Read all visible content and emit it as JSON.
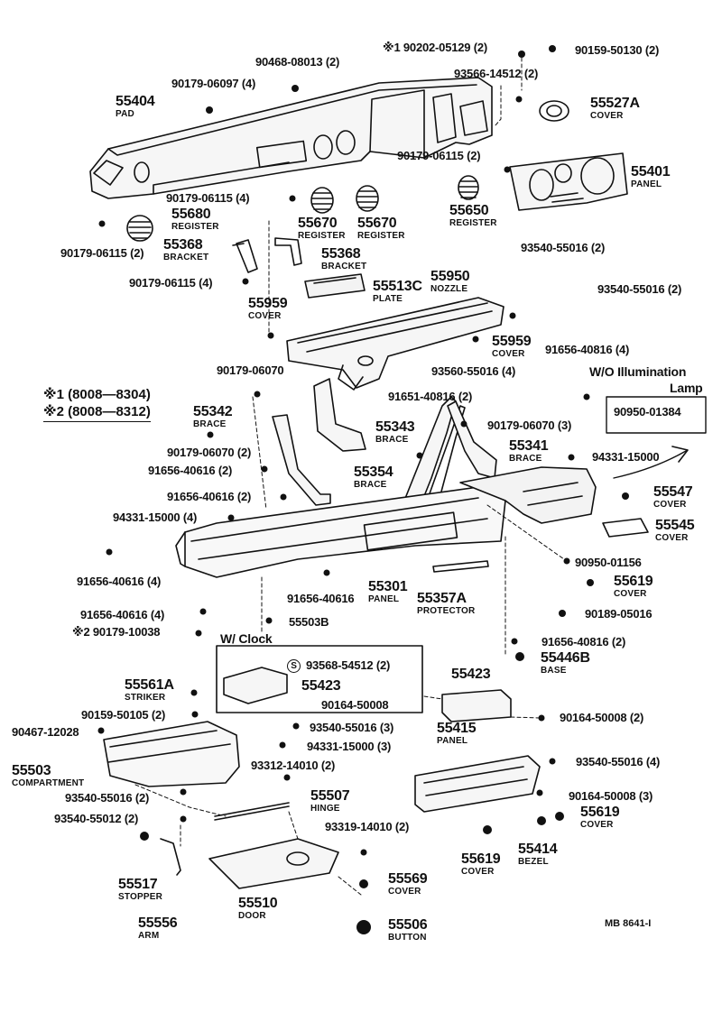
{
  "labels": {
    "l01": {
      "num": "55404",
      "name": "PAD"
    },
    "l02": {
      "num": "90179-06097 (4)"
    },
    "l03": {
      "num": "90468-08013 (2)"
    },
    "l04": {
      "num": "※1 90202-05129 (2)"
    },
    "l05": {
      "num": "90159-50130 (2)"
    },
    "l06": {
      "num": "93566-14512 (2)"
    },
    "l07": {
      "num": "55527A",
      "name": "COVER"
    },
    "l08": {
      "num": "90179-06115 (2)"
    },
    "l09": {
      "num": "55401",
      "name": "PANEL"
    },
    "l10": {
      "num": "90179-06115 (4)"
    },
    "l11": {
      "num": "55680",
      "name": "REGISTER"
    },
    "l12": {
      "num": "55670",
      "name": "REGISTER"
    },
    "l13": {
      "num": "55670",
      "name": "REGISTER"
    },
    "l14": {
      "num": "55650",
      "name": "REGISTER"
    },
    "l15": {
      "num": "90179-06115 (2)"
    },
    "l16": {
      "num": "55368",
      "name": "BRACKET"
    },
    "l17": {
      "num": "55368",
      "name": "BRACKET"
    },
    "l18": {
      "num": "93540-55016 (2)"
    },
    "l19": {
      "num": "93540-55016 (2)"
    },
    "l20": {
      "num": "90179-06115 (4)"
    },
    "l21": {
      "num": "55950",
      "name": "NOZZLE"
    },
    "l22": {
      "num": "55513C",
      "name": "PLATE"
    },
    "l23": {
      "num": "55959",
      "name": "COVER"
    },
    "l24": {
      "num": "55959",
      "name": "COVER"
    },
    "l25": {
      "num": "91656-40816 (4)"
    },
    "l26": {
      "num": "93560-55016 (4)"
    },
    "l27": {
      "num": "90179-06070"
    },
    "l28": {
      "num": "W/O Illumination"
    },
    "l29": {
      "num": "Lamp"
    },
    "l30": {
      "num": "91651-40816 (2)"
    },
    "l31": {
      "num": "90950-01384"
    },
    "l32": {
      "num": "55342",
      "name": "BRACE"
    },
    "l33": {
      "num": "55343",
      "name": "BRACE"
    },
    "l34": {
      "num": "90179-06070 (3)"
    },
    "l35": {
      "num": "55341",
      "name": "BRACE"
    },
    "l36": {
      "num": "90179-06070 (2)"
    },
    "l37": {
      "num": "94331-15000"
    },
    "l38": {
      "num": "91656-40616 (2)"
    },
    "l39": {
      "num": "55354",
      "name": "BRACE"
    },
    "l40": {
      "num": "91656-40616 (2)"
    },
    "l41": {
      "num": "55547",
      "name": "COVER"
    },
    "l42": {
      "num": "94331-15000 (4)"
    },
    "l43": {
      "num": "55545",
      "name": "COVER"
    },
    "l44": {
      "num": "91656-40616 (4)"
    },
    "l45": {
      "num": "90950-01156"
    },
    "l46": {
      "num": "91656-40616"
    },
    "l47": {
      "num": "55301",
      "name": "PANEL"
    },
    "l48": {
      "num": "55357A",
      "name": "PROTECTOR"
    },
    "l49": {
      "num": "55619",
      "name": "COVER"
    },
    "l50": {
      "num": "91656-40616 (4)"
    },
    "l51": {
      "num": "90189-05016"
    },
    "l52": {
      "num": "55503B"
    },
    "l53": {
      "num": "※2 90179-10038"
    },
    "l54": {
      "num": "W/ Clock"
    },
    "l55": {
      "num": "91656-40816 (2)"
    },
    "l56": {
      "num": "55446B",
      "name": "BASE"
    },
    "l57": {
      "num": "93568-54512 (2)"
    },
    "l58": {
      "num": "55423"
    },
    "l59": {
      "num": "55423"
    },
    "l60": {
      "num": "55561A",
      "name": "STRIKER"
    },
    "l61": {
      "num": "90164-50008"
    },
    "l62": {
      "num": "90159-50105 (2)"
    },
    "l63": {
      "num": "90164-50008 (2)"
    },
    "l64": {
      "num": "90467-12028"
    },
    "l65": {
      "num": "93540-55016 (3)"
    },
    "l66": {
      "num": "55415",
      "name": "PANEL"
    },
    "l67": {
      "num": "94331-15000 (3)"
    },
    "l68": {
      "num": "93540-55016 (4)"
    },
    "l69": {
      "num": "55503",
      "name": "COMPARTMENT"
    },
    "l70": {
      "num": "93312-14010 (2)"
    },
    "l71": {
      "num": "90164-50008 (3)"
    },
    "l72": {
      "num": "93540-55016 (2)"
    },
    "l73": {
      "num": "55507",
      "name": "HINGE"
    },
    "l74": {
      "num": "55619",
      "name": "COVER"
    },
    "l75": {
      "num": "93540-55012 (2)"
    },
    "l76": {
      "num": "93319-14010 (2)"
    },
    "l77": {
      "num": "55414",
      "name": "BEZEL"
    },
    "l78": {
      "num": "55619",
      "name": "COVER"
    },
    "l79": {
      "num": "55569",
      "name": "COVER"
    },
    "l80": {
      "num": "55517",
      "name": "STOPPER"
    },
    "l81": {
      "num": "55510",
      "name": "DOOR"
    },
    "l82": {
      "num": "55556",
      "name": "ARM"
    },
    "l83": {
      "num": "55506",
      "name": "BUTTON"
    }
  },
  "legend": {
    "row1": "※1  (8008—8304)",
    "row2": "※2  (8008—8312)"
  },
  "footer": {
    "code": "MB  8641-I"
  }
}
